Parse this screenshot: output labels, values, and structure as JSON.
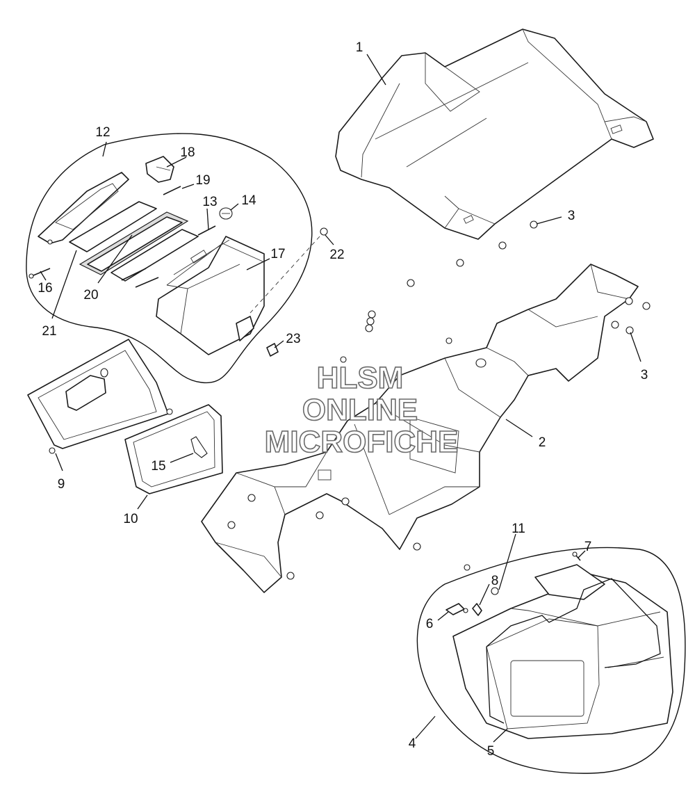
{
  "watermark": {
    "line1": "HLSM",
    "line2": "ONLINE",
    "line3": "MICROFICHE"
  },
  "callouts": {
    "c1": "1",
    "c2": "2",
    "c3a": "3",
    "c3b": "3",
    "c4": "4",
    "c5": "5",
    "c6": "6",
    "c7": "7",
    "c8": "8",
    "c9": "9",
    "c10": "10",
    "c11": "11",
    "c12": "12",
    "c13": "13",
    "c14": "14",
    "c15": "15",
    "c16": "16",
    "c17": "17",
    "c18": "18",
    "c19": "19",
    "c20": "20",
    "c21": "21",
    "c22": "22",
    "c23": "23"
  }
}
